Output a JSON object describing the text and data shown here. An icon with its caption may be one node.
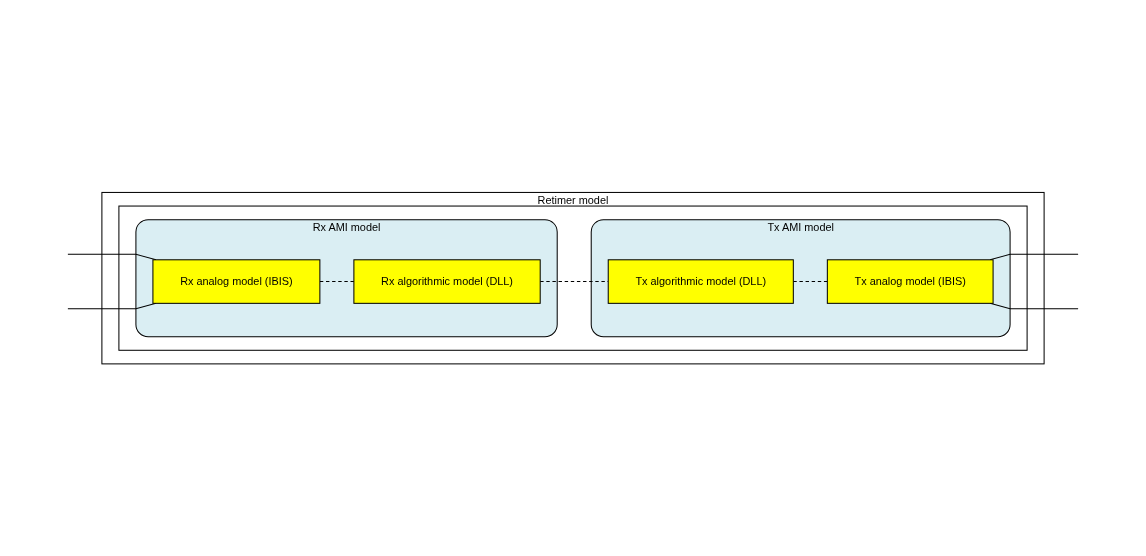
{
  "diagram": {
    "nodes": [
      {
        "text": [
          "Retimer model"
        ]
      },
      {
        "text": [],
        "shape": "box",
        "in": 0
      },
      {
        "text": [
          "Rx AMI model"
        ],
        "in": 1
      },
      {
        "text": [
          "Rx analog model (IBIS)"
        ],
        "in": 2
      },
      {
        "text": [
          "Rx algorithmic model (DLL)"
        ],
        "in": 2
      },
      {
        "text": [
          "Tx AMI model"
        ],
        "in": 1
      },
      {
        "text": [
          "Tx algorithmic model (DLL)"
        ],
        "in": 5
      },
      {
        "text": [
          "Tx analog model (IBIS)"
        ],
        "in": 5
      }
    ],
    "edges": [
      {
        "from": null,
        "to": 3,
        "arrow": "none"
      },
      {
        "from": null,
        "to": 3,
        "arrow": "none"
      },
      {
        "from": 3,
        "to": 4,
        "arrow": "none",
        "style": "dashed"
      },
      {
        "from": 4,
        "to": 6,
        "arrow": "none",
        "style": "dashed"
      },
      {
        "from": 6,
        "to": 7,
        "arrow": "none",
        "style": "dashed"
      },
      {
        "from": 7,
        "to": null,
        "arrow": "none"
      },
      {
        "from": 7,
        "to": null,
        "arrow": "none"
      }
    ]
  }
}
